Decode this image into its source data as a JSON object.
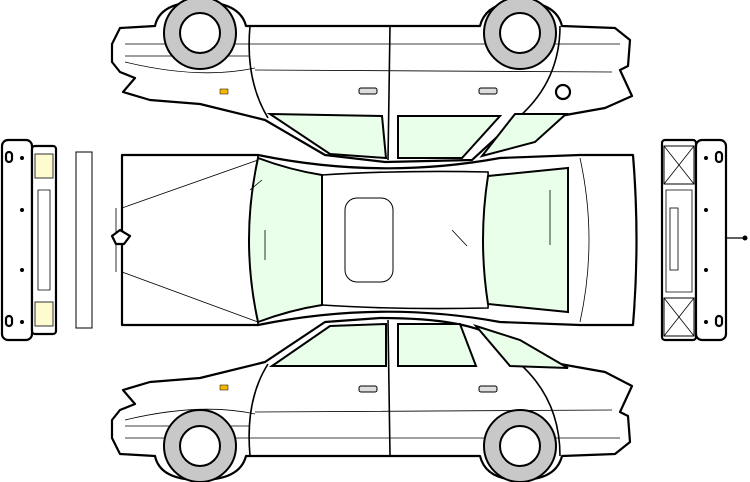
{
  "diagram": {
    "views": [
      "side-left",
      "top",
      "side-right",
      "front",
      "rear"
    ],
    "colors": {
      "glass": "#eaffea",
      "tire": "#c8c8c8",
      "indicator": "#f5b800",
      "headlight": "#fffbd0",
      "outline": "#000000"
    }
  }
}
